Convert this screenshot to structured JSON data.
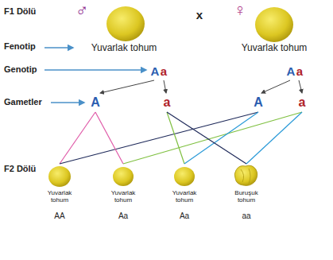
{
  "diagram": {
    "labels": [
      "F1 Dölü",
      "♂",
      "x",
      "♀",
      "Fenotip",
      "Yuvarlak tohum",
      "Yuvarlak tohum",
      "Genotip",
      "A",
      "a",
      "A",
      "a",
      "Gametler",
      "A",
      "a",
      "A",
      "a",
      "F2 Dölü",
      "Yuvarlak tohum",
      "Yuvarlak tohum",
      "Yuvarlak tohum",
      "Buruşuk tohum",
      "AA",
      "Aa",
      "Aa",
      "aa"
    ]
  }
}
